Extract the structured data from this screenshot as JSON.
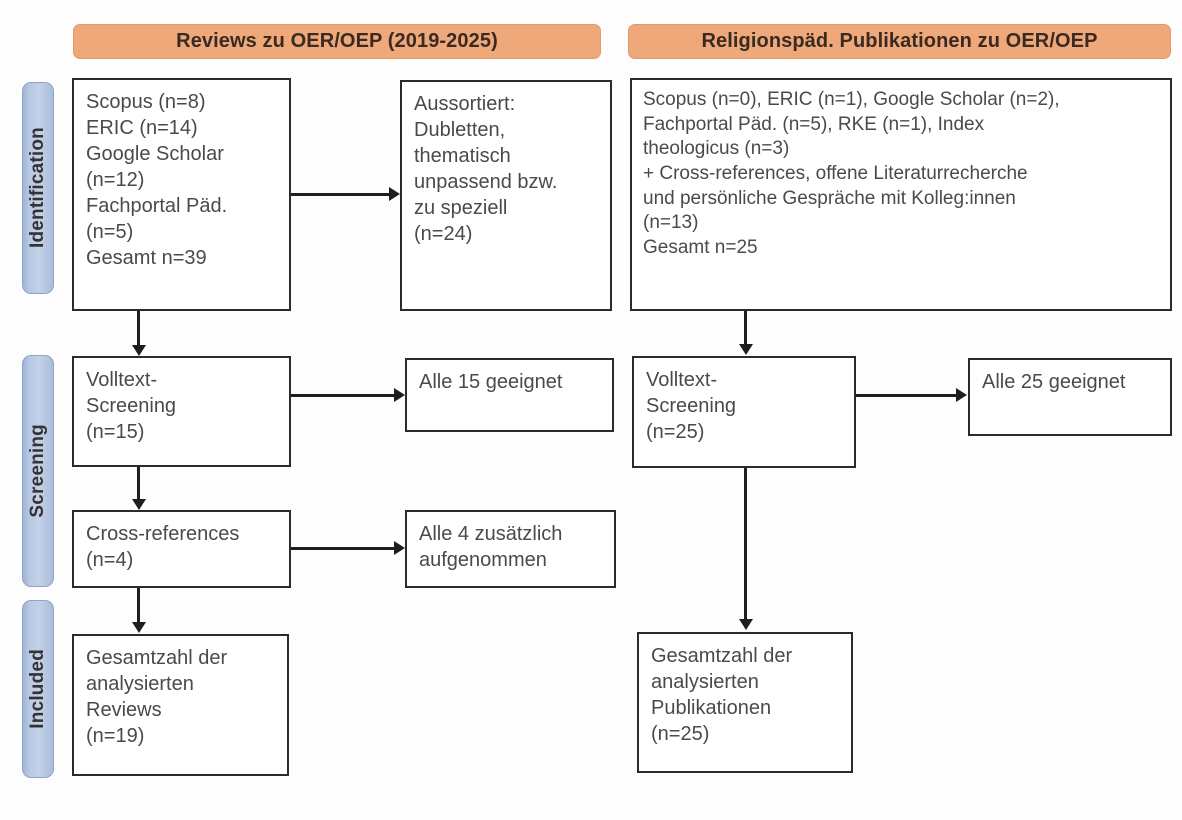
{
  "figure": {
    "type": "prisma-flow-diagram",
    "title_left": "Reviews zu OER/OEP (2019-2025)",
    "title_right": "Religionspäd. Publikationen zu OER/OEP"
  },
  "colors": {
    "header_orange": "#efa87a",
    "phase_blue": "#b9c9e4",
    "box_border": "#2b2b2b",
    "text": "#4a4a4a"
  },
  "phases": [
    {
      "label": "Identification"
    },
    {
      "label": "Screening"
    },
    {
      "label": "Included"
    }
  ],
  "left_column": {
    "header": "Reviews zu OER/OEP (2019-2025)",
    "identification_sources": "Scopus (n=8)\nERIC (n=14)\nGoogle Scholar\n(n=12)\nFachportal Päd.\n(n=5)\nGesamt n=39",
    "excluded": "Aussortiert:\nDubletten,\nthematisch\nunpassend bzw.\nzu speziell\n(n=24)",
    "fulltext_screening": "Volltext-\nScreening\n(n=15)",
    "fulltext_result": "Alle 15 geeignet",
    "cross_references": "Cross-references\n(n=4)",
    "cross_references_result": "Alle 4 zusätzlich\naufgenommen",
    "included": "Gesamtzahl der\nanalysierten\nReviews\n(n=19)"
  },
  "right_column": {
    "header": "Religionspäd. Publikationen zu OER/OEP",
    "identification_sources": "Scopus (n=0), ERIC (n=1), Google Scholar (n=2),\nFachportal Päd. (n=5), RKE (n=1), Index\ntheologicus (n=3)\n+ Cross-references, offene Literaturrecherche\nund persönliche Gespräche mit Kolleg:innen\n(n=13)\nGesamt n=25",
    "fulltext_screening": "Volltext-\nScreening\n(n=25)",
    "fulltext_result": "Alle 25 geeignet",
    "included": "Gesamtzahl der\nanalysierten\nPublikationen\n(n=25)"
  },
  "counts": {
    "left_scopus": 8,
    "left_eric": 14,
    "left_google_scholar": 12,
    "left_fachportal": 5,
    "left_total": 39,
    "left_excluded": 24,
    "left_fulltext": 15,
    "left_cross_references": 4,
    "left_included": 19,
    "right_scopus": 0,
    "right_eric": 1,
    "right_google_scholar": 2,
    "right_fachportal": 5,
    "right_rke": 1,
    "right_index_theologicus": 3,
    "right_additional": 13,
    "right_total": 25,
    "right_fulltext": 25,
    "right_included": 25
  }
}
